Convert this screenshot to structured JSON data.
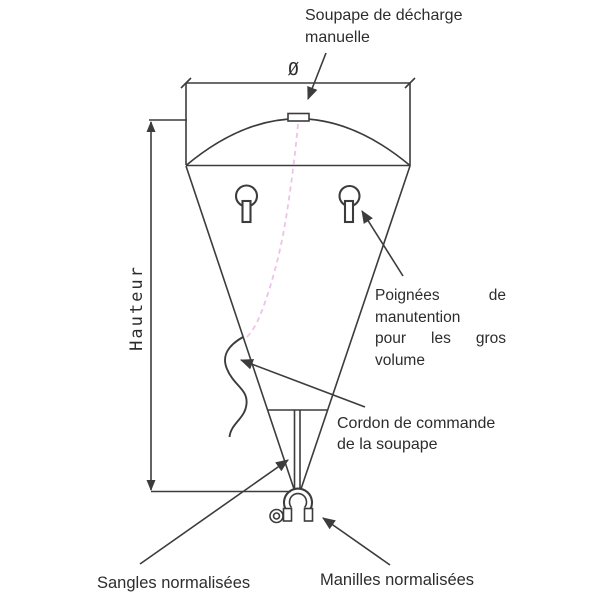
{
  "figure": {
    "background": "#ffffff",
    "line_color": "#3c3c3c",
    "text_color": "#2d2d2d",
    "cord_color": "#eec2e9"
  },
  "labels": {
    "soupape_line1": "Soupape de décharge",
    "soupape_line2": "manuelle",
    "diametre_symbol": "Ø",
    "hauteur": "Hauteur",
    "poignees_line1": "Poignées de",
    "poignees_line2": "manutention",
    "poignees_line3": "pour les gros",
    "poignees_line4": "volume",
    "cordon_line1": "Cordon de commande",
    "cordon_line2": "de la soupape",
    "sangles": "Sangles normalisées",
    "manilles": "Manilles normalisées"
  }
}
